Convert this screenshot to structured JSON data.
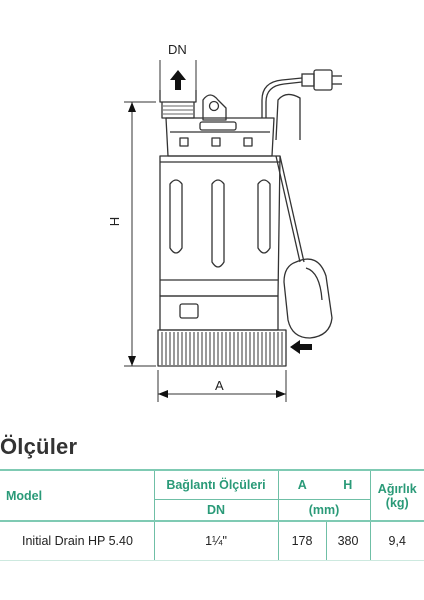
{
  "drawing": {
    "labels": {
      "dn": "DN",
      "height": "H",
      "width": "A"
    }
  },
  "section_title": "Ölçüler",
  "table": {
    "headers": {
      "model": "Model",
      "connection": "Bağlantı Ölçüleri",
      "a": "A",
      "h": "H",
      "weight_line1": "Ağırlık",
      "weight_line2": "(kg)",
      "dn": "DN",
      "mm": "(mm)"
    },
    "rows": [
      {
        "model": "Initial Drain HP 5.40",
        "dn": "1¼\"",
        "a": "178",
        "h": "380",
        "weight": "9,4"
      }
    ]
  },
  "colors": {
    "accent": "#2a9a78",
    "line": "#7fcab3"
  }
}
